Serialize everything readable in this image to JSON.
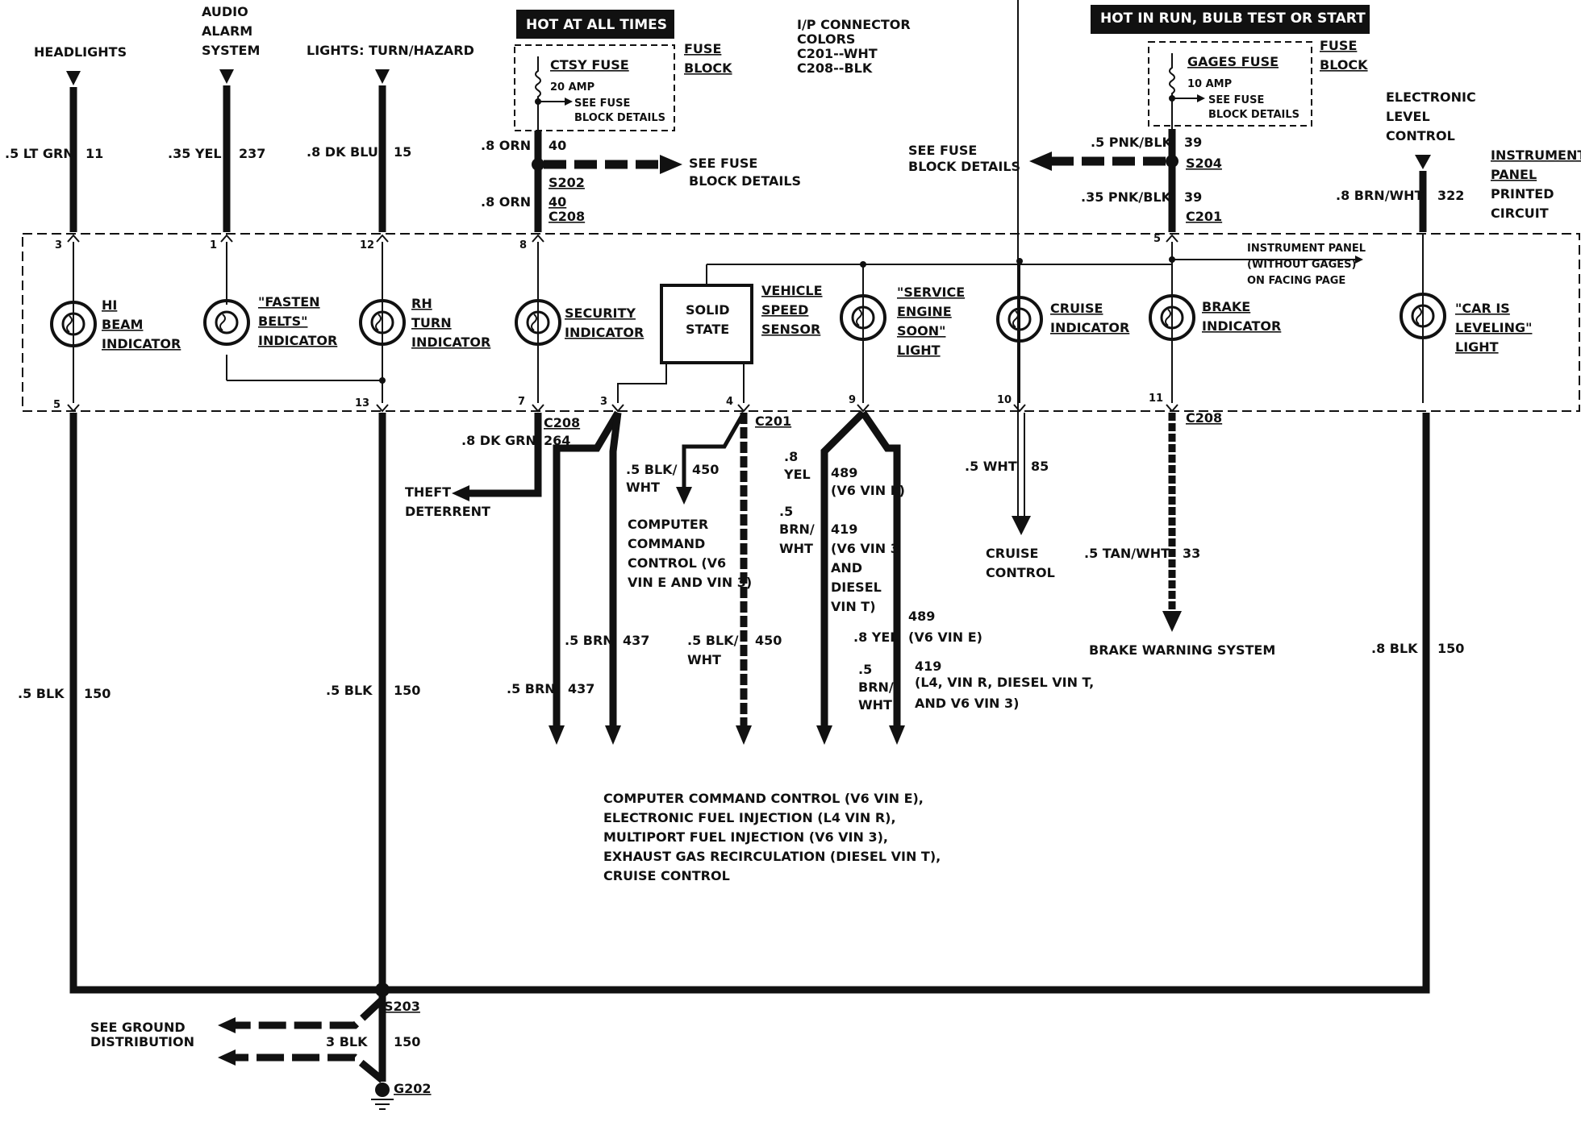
{
  "feeds": {
    "headlights": "HEADLIGHTS",
    "audio": [
      "AUDIO",
      "ALARM",
      "SYSTEM"
    ],
    "lights_turn": "LIGHTS: TURN/HAZARD",
    "elc": [
      "ELECTRONIC",
      "LEVEL",
      "CONTROL"
    ]
  },
  "fuse_left": {
    "header": "HOT AT ALL TIMES",
    "name": "CTSY FUSE",
    "amp": "20 AMP",
    "see": [
      "SEE FUSE",
      "BLOCK DETAILS"
    ],
    "block": [
      "FUSE",
      "BLOCK"
    ]
  },
  "fuse_right": {
    "header": "HOT IN RUN,  BULB TEST OR START",
    "name": "GAGES FUSE",
    "amp": "10 AMP",
    "see": [
      "SEE FUSE",
      "BLOCK DETAILS"
    ],
    "block": [
      "FUSE",
      "BLOCK"
    ]
  },
  "ip_colors": [
    "I/P CONNECTOR",
    "COLORS",
    "C201--WHT",
    "C208--BLK"
  ],
  "see_fuse_mid": [
    "SEE FUSE",
    "BLOCK DETAILS"
  ],
  "see_fuse_right": [
    "SEE FUSE",
    "BLOCK DETAILS"
  ],
  "ipc": [
    "INSTRUMENT",
    "PANEL",
    "PRINTED",
    "CIRCUIT"
  ],
  "ipw": [
    "INSTRUMENT PANEL",
    "(WITHOUT GAGES)",
    "ON FACING PAGE"
  ],
  "top_wires": {
    "w1": [
      ".5 LT GRN",
      "11"
    ],
    "w2": [
      ".35 YEL",
      "237"
    ],
    "w3": [
      ".8 DK BLU",
      "15"
    ],
    "w4a": [
      ".8 ORN",
      "40"
    ],
    "w4b": [
      ".8 ORN",
      "40"
    ],
    "w5a": [
      ".5 PNK/BLK",
      "39"
    ],
    "w5b": [
      ".35 PNK/BLK",
      "39"
    ],
    "w6": [
      ".8 BRN/WHT",
      "322"
    ]
  },
  "splices": {
    "s202": "S202",
    "s204": "S204",
    "s203": "S203",
    "g202": "G202"
  },
  "connectors": {
    "c208a": "C208",
    "c201a": "C201",
    "c208b": "C208",
    "c201b": "C201",
    "c208c": "C208"
  },
  "pins": {
    "p3": "3",
    "p1": "1",
    "p12": "12",
    "p8": "8",
    "p5t": "5",
    "p5": "5",
    "p13": "13",
    "p7": "7",
    "p3b": "3",
    "p4": "4",
    "p9": "9",
    "p10": "10",
    "p11": "11"
  },
  "indicators": {
    "hibeam": [
      "HI",
      "BEAM",
      "INDICATOR"
    ],
    "belts": [
      "\"FASTEN",
      "BELTS\"",
      "INDICATOR"
    ],
    "rhturn": [
      "RH",
      "TURN",
      "INDICATOR"
    ],
    "security": [
      "SECURITY",
      "INDICATOR"
    ],
    "solid": [
      "SOLID",
      "STATE"
    ],
    "vss": [
      "VEHICLE",
      "SPEED",
      "SENSOR"
    ],
    "ses": [
      "\"SERVICE",
      "ENGINE",
      "SOON\"",
      "LIGHT"
    ],
    "cruise": [
      "CRUISE",
      "INDICATOR"
    ],
    "brake": [
      "BRAKE",
      "INDICATOR"
    ],
    "leveling": [
      "\"CAR IS",
      "LEVELING\"",
      "LIGHT"
    ]
  },
  "bottom_wires": {
    "dkgrn": [
      ".8 DK GRN",
      "264"
    ],
    "theft": [
      "THEFT",
      "DETERRENT"
    ],
    "blkwht1": [
      ".5 BLK/",
      "WHT",
      "450"
    ],
    "ccc": [
      "COMPUTER",
      "COMMAND",
      "CONTROL (V6",
      "VIN E AND VIN 3)"
    ],
    "yel1": [
      ".8",
      "YEL",
      "489",
      "(V6 VIN E)"
    ],
    "brnwht1": [
      ".5",
      "BRN/",
      "WHT",
      "419",
      "(V6 VIN 3",
      "AND",
      "DIESEL",
      "VIN T)"
    ],
    "wht85": [
      ".5 WHT",
      "85"
    ],
    "cruise_ctl": [
      "CRUISE",
      "CONTROL"
    ],
    "tanwht": [
      ".5 TAN/WHT",
      "33"
    ],
    "brake_warn": "BRAKE WARNING SYSTEM",
    "brn1": [
      ".5 BRN",
      "437"
    ],
    "blkwht2": [
      ".5 BLK/",
      "WHT",
      "450"
    ],
    "yel2": [
      ".8 YEL",
      "489",
      "(V6 VIN E)"
    ],
    "brn2": [
      ".5 BRN",
      "437"
    ],
    "brnwht2": [
      ".5",
      "BRN/",
      "WHT",
      "419",
      "(L4, VIN R, DIESEL VIN T,",
      "AND  V6 VIN 3)"
    ],
    "blk_l": [
      ".5 BLK",
      "150"
    ],
    "blk_m": [
      ".5 BLK",
      "150"
    ],
    "blk_r": [
      ".8 BLK",
      "150"
    ],
    "gnd": [
      "SEE GROUND",
      "DISTRIBUTION"
    ],
    "blk3": [
      "3 BLK",
      "150"
    ]
  },
  "footnote": [
    "COMPUTER COMMAND CONTROL (V6 VIN E),",
    "ELECTRONIC FUEL INJECTION (L4 VIN R),",
    "MULTIPORT FUEL INJECTION (V6 VIN 3),",
    "EXHAUST GAS RECIRCULATION (DIESEL VIN T),",
    "CRUISE CONTROL"
  ]
}
